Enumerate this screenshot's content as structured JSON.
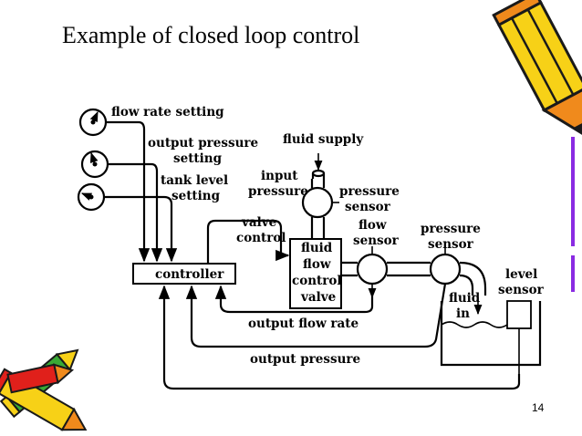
{
  "slide": {
    "title": "Example of  closed loop control",
    "page_number": "14"
  },
  "diagram": {
    "labels": {
      "flow_rate_setting": "flow rate setting",
      "output_pressure_setting_1": "output pressure",
      "output_pressure_setting_2": "setting",
      "tank_level_setting_1": "tank level",
      "tank_level_setting_2": "setting",
      "fluid_supply": "fluid supply",
      "input_pressure_1": "input",
      "input_pressure_2": "pressure",
      "pressure_sensor_top_1": "pressure",
      "pressure_sensor_top_2": "sensor",
      "valve_control_1": "valve",
      "valve_control_2": "control",
      "flow_sensor_1": "flow",
      "flow_sensor_2": "sensor",
      "pressure_sensor_right_1": "pressure",
      "pressure_sensor_right_2": "sensor",
      "controller": "controller",
      "valve_1": "fluid",
      "valve_2": "flow",
      "valve_3": "control",
      "valve_4": "valve",
      "fluid_in_1": "fluid",
      "fluid_in_2": "in",
      "level_sensor_1": "level",
      "level_sensor_2": "sensor",
      "output_flow_rate": "output flow rate",
      "output_pressure": "output pressure"
    },
    "clip_art": [
      "yellow-pencil-icon",
      "crayons-icon"
    ],
    "colors": {
      "pencil_yellow": "#F7D117",
      "pencil_orange": "#F08A1C",
      "crayon_red": "#E0201B",
      "crayon_green": "#3AA935",
      "accent_purple": "#8A2BE2"
    }
  }
}
